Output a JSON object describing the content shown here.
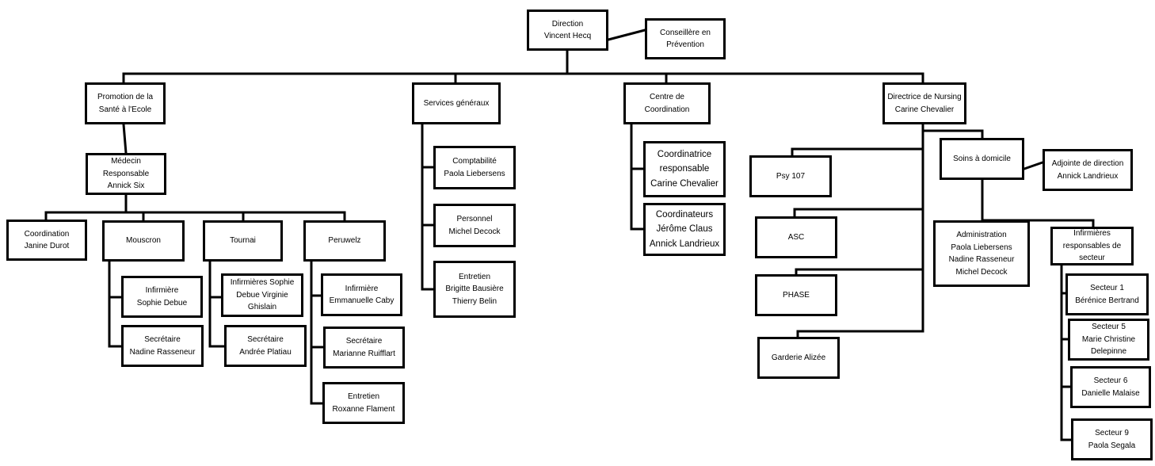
{
  "nodes": [
    {
      "id": "direction",
      "lines": [
        "Direction",
        "Vincent Hecq"
      ]
    },
    {
      "id": "conseillere",
      "lines": [
        "Conseillère en",
        "Prévention"
      ]
    },
    {
      "id": "promotion",
      "lines": [
        "Promotion de la",
        "Santé à l'Ecole"
      ]
    },
    {
      "id": "services",
      "lines": [
        "Services généraux"
      ]
    },
    {
      "id": "centre",
      "lines": [
        "Centre de",
        "Coordination"
      ]
    },
    {
      "id": "nursing",
      "lines": [
        "Directrice de Nursing",
        "Carine Chevalier"
      ]
    },
    {
      "id": "medecin",
      "lines": [
        "Médecin Responsable",
        "Annick Six"
      ]
    },
    {
      "id": "coordination",
      "lines": [
        "Coordination",
        "Janine Durot"
      ]
    },
    {
      "id": "mouscron",
      "lines": [
        "Mouscron"
      ]
    },
    {
      "id": "tournai",
      "lines": [
        "Tournai"
      ]
    },
    {
      "id": "peruwelz",
      "lines": [
        "Peruwelz"
      ]
    },
    {
      "id": "mous-inf",
      "lines": [
        "Infirmière",
        "Sophie Debue"
      ]
    },
    {
      "id": "mous-sec",
      "lines": [
        "Secrétaire",
        "Nadine Rasseneur"
      ]
    },
    {
      "id": "tour-inf",
      "lines": [
        "Infirmières      Sophie",
        "Debue Virginie",
        "Ghislain"
      ]
    },
    {
      "id": "tour-sec",
      "lines": [
        "Secrétaire",
        "Andrée Platiau"
      ]
    },
    {
      "id": "peru-inf",
      "lines": [
        "Infirmière",
        "Emmanuelle Caby"
      ]
    },
    {
      "id": "peru-sec",
      "lines": [
        "Secrétaire",
        "Marianne Ruifflart"
      ]
    },
    {
      "id": "peru-ent",
      "lines": [
        "Entretien",
        "Roxanne  Flament"
      ]
    },
    {
      "id": "compta",
      "lines": [
        "Comptabilité",
        "Paola Liebersens"
      ]
    },
    {
      "id": "personnel",
      "lines": [
        "Personnel",
        "Michel Decock"
      ]
    },
    {
      "id": "entretien",
      "lines": [
        "Entretien",
        "Brigitte Bausière",
        "Thierry Belin"
      ]
    },
    {
      "id": "coord-resp",
      "lines": [
        "Coordinatrice",
        "responsable",
        "Carine Chevalier"
      ]
    },
    {
      "id": "coordinateurs",
      "lines": [
        "Coordinateurs",
        "Jérôme Claus",
        "Annick Landrieux"
      ]
    },
    {
      "id": "psy",
      "lines": [
        "Psy 107"
      ]
    },
    {
      "id": "asc",
      "lines": [
        "ASC"
      ]
    },
    {
      "id": "phase",
      "lines": [
        "PHASE"
      ]
    },
    {
      "id": "garderie",
      "lines": [
        "Garderie Alizée"
      ]
    },
    {
      "id": "soins",
      "lines": [
        "Soins à domicile"
      ]
    },
    {
      "id": "adjointe",
      "lines": [
        "Adjointe de direction",
        "Annick Landrieux"
      ]
    },
    {
      "id": "admin",
      "lines": [
        "Administration",
        "Paola Liebersens",
        "Nadine Rasseneur",
        "Michel Decock"
      ]
    },
    {
      "id": "infirmieres",
      "lines": [
        "Infirmières",
        "responsables de",
        "secteur"
      ]
    },
    {
      "id": "secteur1",
      "lines": [
        "Secteur 1",
        "Bérénice Bertrand"
      ]
    },
    {
      "id": "secteur5",
      "lines": [
        "Secteur 5",
        "Marie Christine",
        "Delepinne"
      ]
    },
    {
      "id": "secteur6",
      "lines": [
        "Secteur 6",
        "Danielle Malaise"
      ]
    },
    {
      "id": "secteur9",
      "lines": [
        "Secteur 9",
        "Paola Segala"
      ]
    }
  ]
}
